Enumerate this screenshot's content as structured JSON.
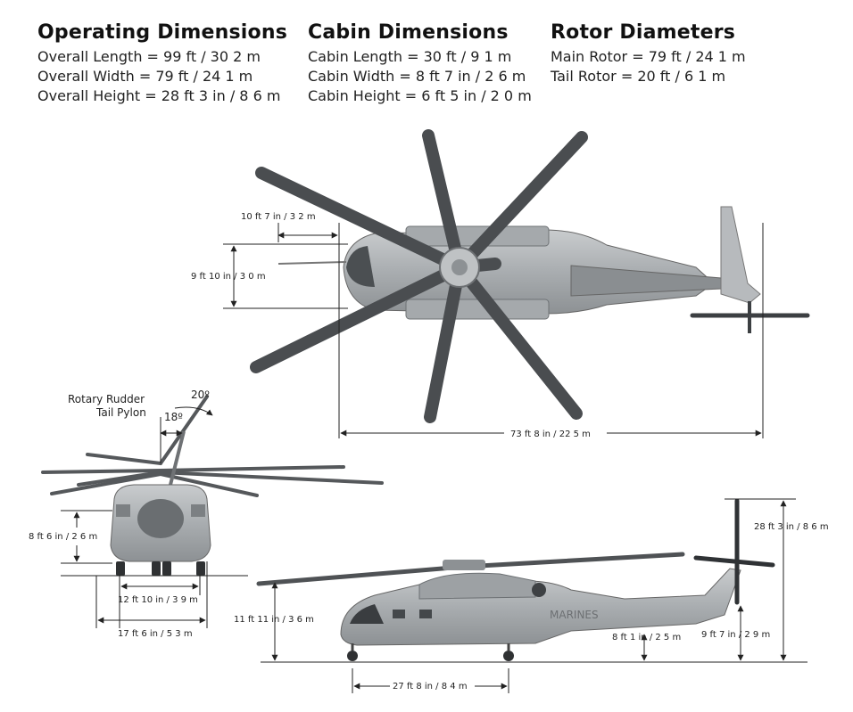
{
  "operating": {
    "title": "Operating Dimensions",
    "lines": [
      "Overall Length = 99 ft / 30 2 m",
      "Overall Width = 79 ft / 24 1 m",
      "Overall Height = 28 ft 3 in / 8 6 m"
    ]
  },
  "cabin": {
    "title": "Cabin Dimensions",
    "lines": [
      "Cabin Length = 30 ft / 9 1 m",
      "Cabin Width = 8 ft 7 in / 2 6 m",
      "Cabin Height = 6 ft 5 in / 2 0 m"
    ]
  },
  "rotor": {
    "title": "Rotor Diameters",
    "lines": [
      "Main Rotor = 79 ft / 24 1 m",
      "Tail Rotor = 20 ft / 6 1 m"
    ]
  },
  "top_view": {
    "nose_offset": "10 ft 7 in / 3 2 m",
    "fuselage_width": "9 ft 10 in / 3 0 m",
    "length": "73 ft 8 in / 22 5 m"
  },
  "front_view": {
    "label_line1": "Rotary Rudder",
    "label_line2": "Tail Pylon",
    "angle_outer": "20º",
    "angle_inner": "18º",
    "ground_clear": "8 ft 6 in / 2 6 m",
    "track_inner": "12 ft 10 in / 3 9 m",
    "track_outer": "17 ft 6 in / 5 3 m"
  },
  "side_view": {
    "height_total": "28 ft 3 in / 8 6 m",
    "rotor_height": "11 ft 11 in / 3 6 m",
    "tail_clear": "8 ft 1 in / 2 5 m",
    "fin_height": "9 ft 7 in / 2 9 m",
    "wheelbase": "27 ft 8 in / 8 4 m",
    "marking": "MARINES"
  }
}
